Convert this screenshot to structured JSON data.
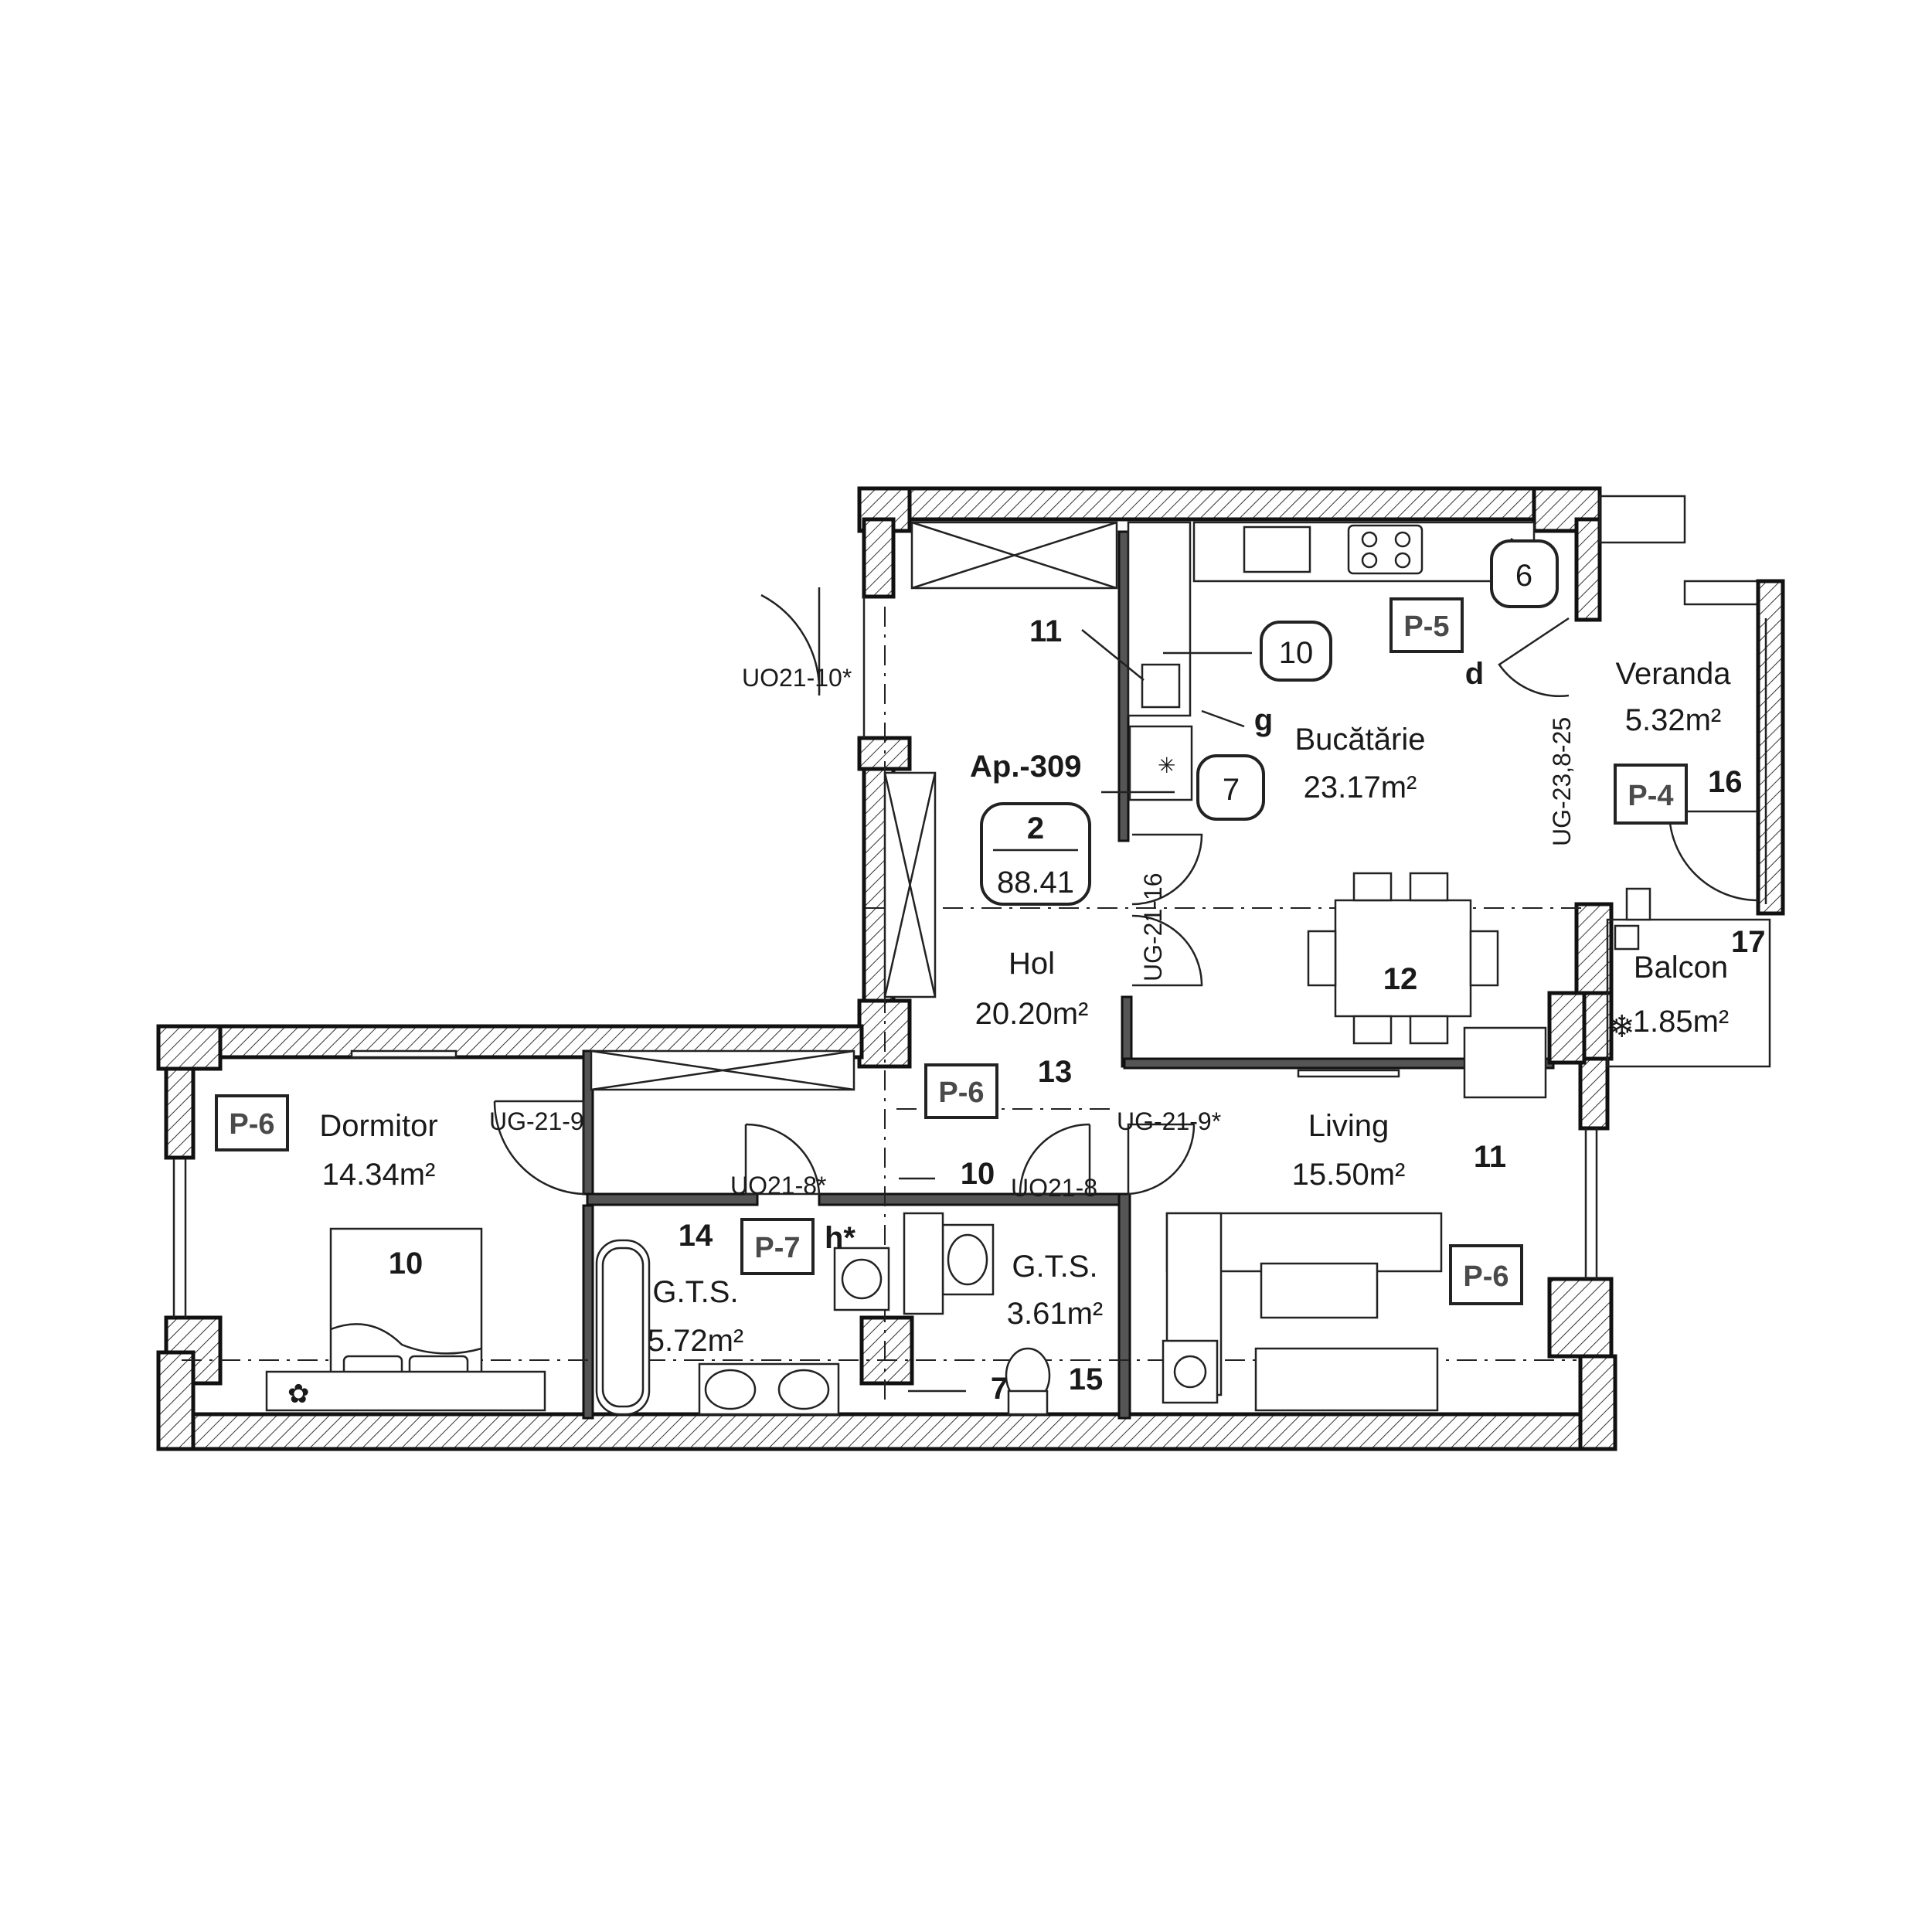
{
  "apartment": {
    "label": "Ap.-309",
    "rooms": "2",
    "area": "88.41"
  },
  "rooms": {
    "hol": {
      "name": "Hol",
      "area": "20.20m²"
    },
    "bucatarie": {
      "name": "Bucătărie",
      "area": "23.17m²"
    },
    "veranda": {
      "name": "Veranda",
      "area": "5.32m²"
    },
    "balcon": {
      "name": "Balcon",
      "area": "1.85m²"
    },
    "dormitor": {
      "name": "Dormitor",
      "area": "14.34m²"
    },
    "living": {
      "name": "Living",
      "area": "15.50m²"
    },
    "gts1": {
      "name": "G.T.S.",
      "area": "5.72m²"
    },
    "gts2": {
      "name": "G.T.S.",
      "area": "3.61m²"
    }
  },
  "doors": {
    "entry": "UO21-10*",
    "kitchen": "UG-21-16",
    "veranda": "UG-23,8-25",
    "dormitor": "UG-21-9",
    "living": "UG-21-9*",
    "bath1": "UO21-8*",
    "bath2": "UO21-8"
  },
  "panels": {
    "p5": "P-5",
    "p4": "P-4",
    "p6_dormitor": "P-6",
    "p6_hol": "P-6",
    "p6_living": "P-6",
    "p7": "P-7"
  },
  "circled": {
    "c10": "10",
    "c7": "7",
    "c6": "6"
  },
  "markers": {
    "m11_hol": "11",
    "m16": "16",
    "m17": "17",
    "m12": "12",
    "m13": "13",
    "m10_dorm": "10",
    "m11_living": "11",
    "m14": "14",
    "m10_hall": "10",
    "m15": "15",
    "m7": "7",
    "g": "g",
    "d": "d",
    "h": "h*"
  }
}
